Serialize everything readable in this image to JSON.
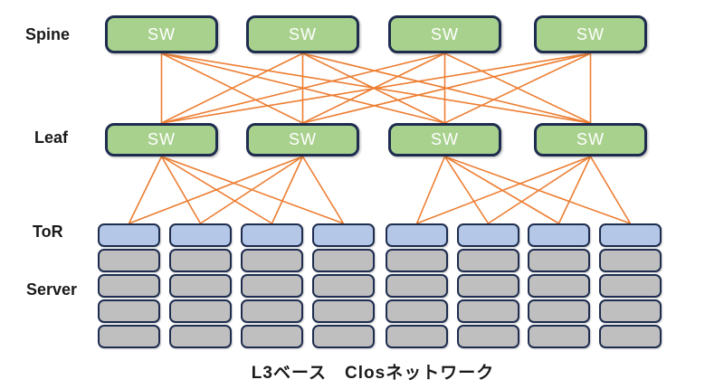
{
  "diagram": {
    "caption": "L3ベース　Closネットワーク",
    "switch_label": "SW",
    "layer_labels": {
      "spine": "Spine",
      "leaf": "Leaf",
      "tor": "ToR",
      "server": "Server"
    },
    "counts": {
      "spine_switches": 4,
      "leaf_switches": 4,
      "racks": 8,
      "servers_per_rack": 4
    },
    "topology": {
      "spine_leaf_links": "full mesh: every spine SW connects to every leaf SW (16 links)",
      "leaf_tor_links": "leaf 1 and leaf 2 connect to ToR 1-4; leaf 3 and leaf 4 connect to ToR 5-8"
    },
    "colors": {
      "switch_fill": "#a9d18e",
      "tor_fill": "#b4c7e7",
      "server_fill": "#bfbfbf",
      "box_border": "#1e2d4f",
      "link": "#ed7d31",
      "switch_text": "#ffffff",
      "label_text": "#1a1a1a"
    }
  }
}
